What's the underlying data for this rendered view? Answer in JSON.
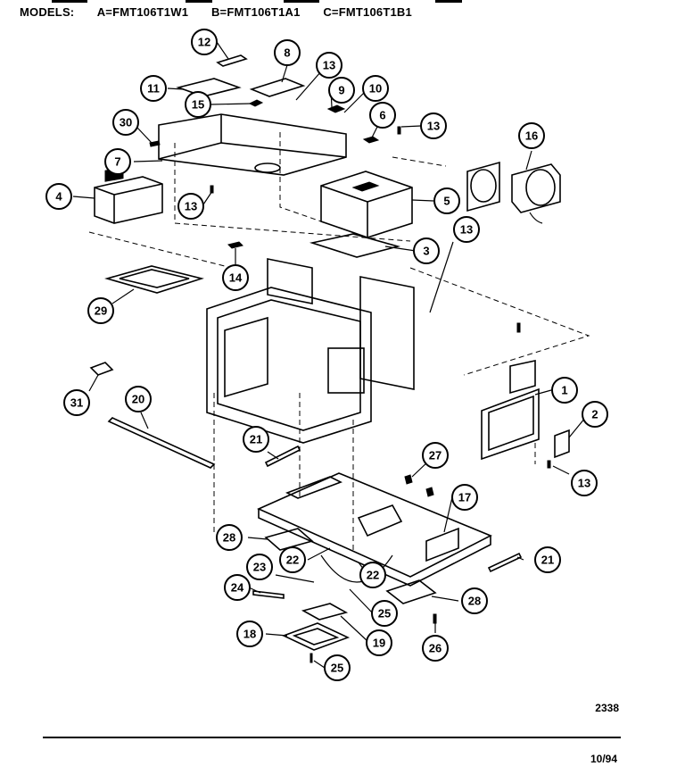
{
  "header": {
    "models_label": "MODELS:",
    "model_a": "A=FMT106T1W1",
    "model_b": "B=FMT106T1A1",
    "model_c": "C=FMT106T1B1"
  },
  "callouts": [
    "12",
    "8",
    "13",
    "11",
    "9",
    "10",
    "15",
    "30",
    "6",
    "13",
    "16",
    "7",
    "4",
    "13",
    "5",
    "13",
    "3",
    "14",
    "29",
    "1",
    "31",
    "20",
    "2",
    "21",
    "27",
    "13",
    "17",
    "28",
    "22",
    "21",
    "23",
    "22",
    "24",
    "25",
    "28",
    "18",
    "19",
    "26",
    "25"
  ],
  "reference_number": "2338",
  "date": "10/94"
}
